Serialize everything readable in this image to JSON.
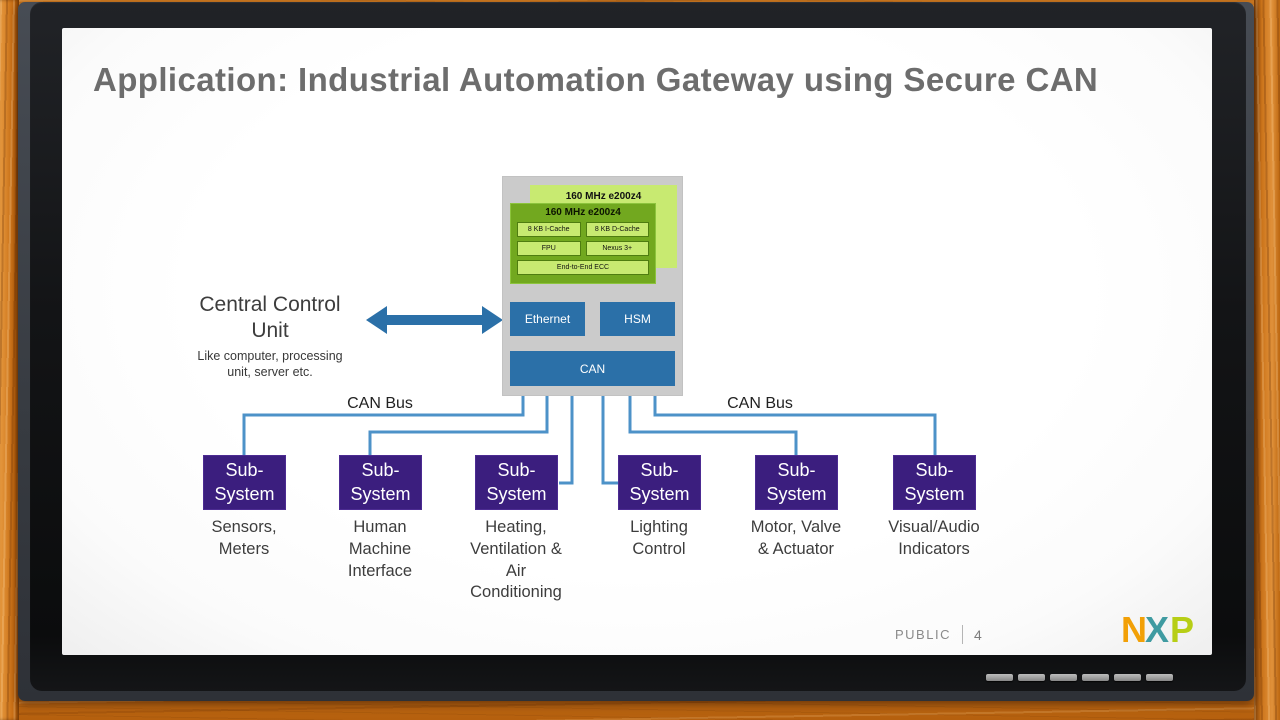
{
  "slide": {
    "title": "Application: Industrial Automation Gateway using Secure CAN",
    "central_control": {
      "title": "Central Control\nUnit",
      "subtitle": "Like computer, processing\nunit, server etc."
    },
    "gateway_chip": {
      "back_core_label": "160 MHz e200z4",
      "core_label": "160 MHz e200z4",
      "core_blocks": [
        "8 KB I-Cache",
        "8 KB D-Cache",
        "FPU",
        "Nexus 3+",
        "End-to-End ECC"
      ],
      "ethernet_label": "Ethernet",
      "hsm_label": "HSM",
      "can_label": "CAN"
    },
    "bus": {
      "left_label": "CAN Bus",
      "right_label": "CAN Bus"
    },
    "subsystems": [
      {
        "box_label": "Sub-\nSystem",
        "caption": "Sensors,\nMeters"
      },
      {
        "box_label": "Sub-\nSystem",
        "caption": "Human\nMachine\nInterface"
      },
      {
        "box_label": "Sub-\nSystem",
        "caption": "Heating,\nVentilation &\nAir\nConditioning"
      },
      {
        "box_label": "Sub-\nSystem",
        "caption": "Lighting\nControl"
      },
      {
        "box_label": "Sub-\nSystem",
        "caption": "Motor, Valve\n& Actuator"
      },
      {
        "box_label": "Sub-\nSystem",
        "caption": "Visual/Audio\nIndicators"
      }
    ],
    "footer": {
      "classification": "PUBLIC",
      "page_number": "4",
      "logo": {
        "n": "N",
        "x": "X",
        "p": "P"
      }
    }
  },
  "colors": {
    "accent_blue": "#2b70a8",
    "wire_blue": "#4d92c8",
    "subsystem_purple": "#3b1e7e",
    "core_green_dark": "#72a81f",
    "core_green_light": "#c8ea71",
    "chip_gray": "#cbcbcb",
    "title_gray": "#6d6d6d",
    "nxp_orange": "#f2a007",
    "nxp_teal": "#3f9ba1",
    "nxp_green": "#b7ce16"
  }
}
